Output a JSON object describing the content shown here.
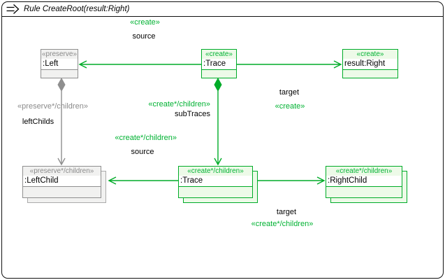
{
  "window": {
    "title": "Rule CreateRoot(result:Right)"
  },
  "icons": {
    "rule_icon": "double-right-arrow"
  },
  "colors": {
    "create_green": "#00AC28",
    "create_green_fill": "#EDFAE8",
    "preserve_gray": "#8F8F8F",
    "preserve_gray_fill": "#F1F1F0"
  },
  "nodes": {
    "left": {
      "stereotype": "«preserve»",
      "name": ":Left"
    },
    "trace_top": {
      "stereotype": "«create»",
      "name": ":Trace"
    },
    "result_right": {
      "stereotype": "«create»",
      "name": "result:Right"
    },
    "left_child": {
      "stereotype": "«preserve*/children»",
      "name": ":LeftChild"
    },
    "trace_bottom": {
      "stereotype": "«create*/children»",
      "name": ":Trace"
    },
    "right_child": {
      "stereotype": "«create*/children»",
      "name": ":RightChild"
    }
  },
  "edges": {
    "trace_to_left": {
      "stereotype": "«create»",
      "label": "source"
    },
    "trace_to_result": {
      "stereotype": "«create»",
      "label": "target"
    },
    "left_to_leftchild": {
      "stereotype": "«preserve*/children»",
      "label": "leftChilds"
    },
    "trace_to_tracebottom": {
      "stereotype": "«create*/children»",
      "label": "subTraces"
    },
    "tracebottom_to_leftchild": {
      "stereotype": "«create*/children»",
      "label": "source"
    },
    "tracebottom_to_rightchild": {
      "stereotype": "«create*/children»",
      "label": "target"
    }
  }
}
